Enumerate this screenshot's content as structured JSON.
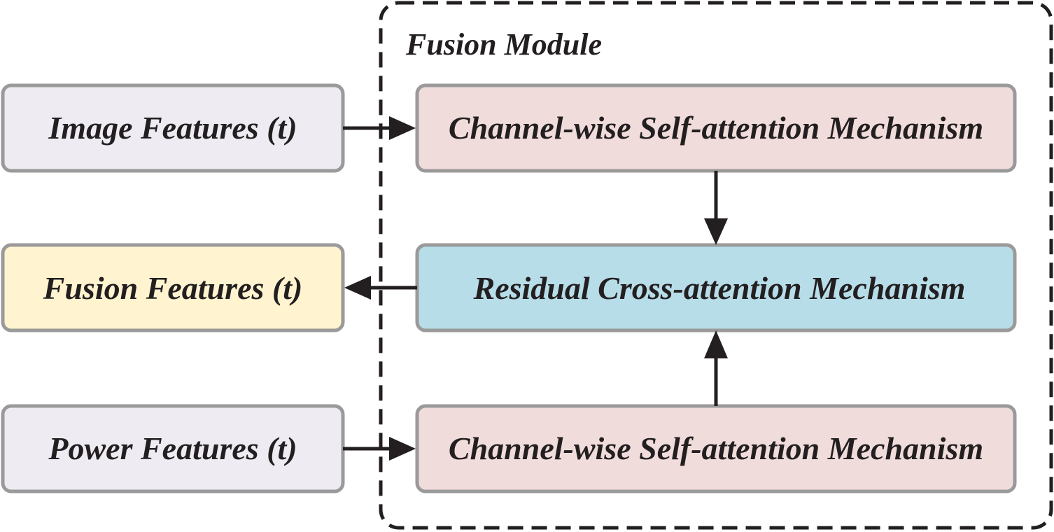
{
  "module": {
    "title": "Fusion Module"
  },
  "inputs": {
    "image_features": {
      "label": "Image Features (",
      "var": "t",
      "close": ")",
      "fill": "#eeebf3"
    },
    "fusion_features": {
      "label": "Fusion Features (",
      "var": "t",
      "close": ")",
      "fill": "#fff4cf"
    },
    "power_features": {
      "label": "Power Features (",
      "var": "t",
      "close": ")",
      "fill": "#eeebf3"
    }
  },
  "mechanisms": {
    "top": {
      "label": "Channel-wise Self-attention Mechanism",
      "fill": "#f1dcdc"
    },
    "middle": {
      "label": "Residual Cross-attention Mechanism",
      "fill": "#b7dde9"
    },
    "bottom": {
      "label": "Channel-wise Self-attention Mechanism",
      "fill": "#f1dcdc"
    }
  },
  "colors": {
    "box_border": "#9a9a9a",
    "arrow": "#231f20",
    "dashed_border": "#231f20"
  }
}
